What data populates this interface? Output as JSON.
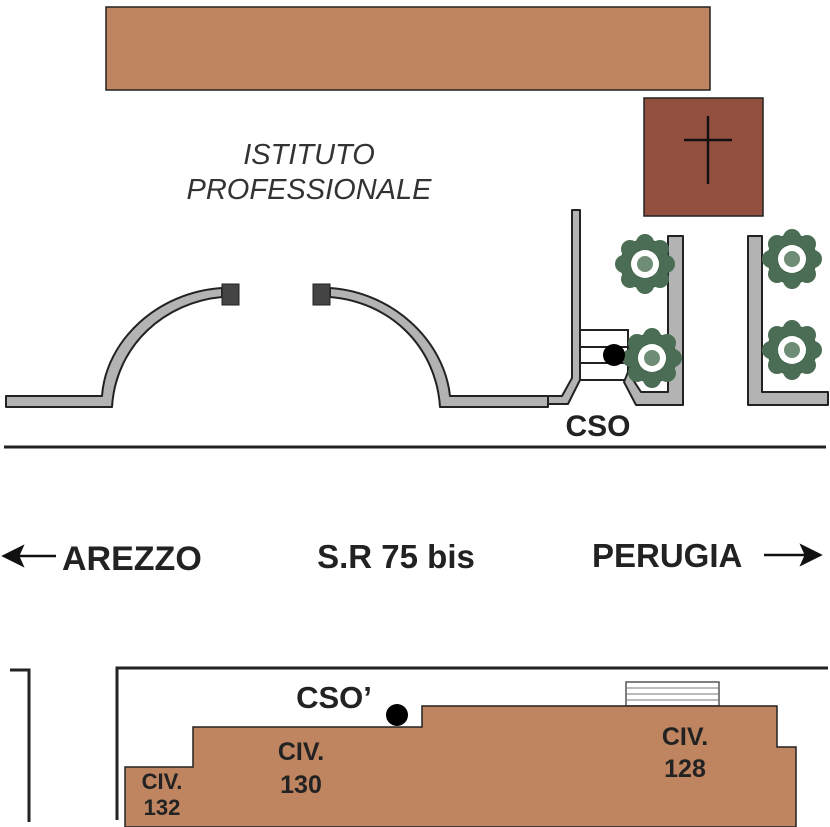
{
  "labels": {
    "institute_line1": "ISTITUTO",
    "institute_line2": "PROFESSIONALE",
    "cso_north": "CSO",
    "road_name": "S.R 75 bis",
    "direction_west": "AREZZO",
    "direction_east": "PERUGIA",
    "cso_south": "CSO’",
    "civ_132_line1": "CIV.",
    "civ_132_line2": "132",
    "civ_130_line1": "CIV.",
    "civ_130_line2": "130",
    "civ_128_line1": "CIV.",
    "civ_128_line2": "128"
  },
  "colors": {
    "building": "#bf8460",
    "church": "#94503f",
    "wall_fill": "#b3b3b3",
    "outline": "#222222",
    "tree_fill": "#5f7f68",
    "tree_leaf": "#2f4f38",
    "marker": "#000000"
  },
  "icons": {
    "church_symbol": "latin-cross-icon",
    "tree_symbol": "tree-icon",
    "marker_symbol": "filled-circle-icon",
    "arrow_west": "arrow-left-icon",
    "arrow_east": "arrow-right-icon"
  }
}
